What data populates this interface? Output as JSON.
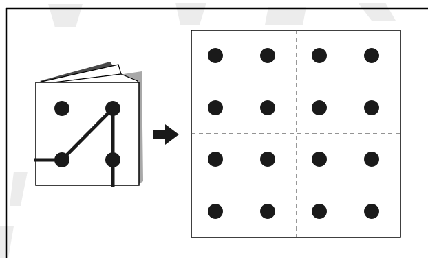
{
  "figure": {
    "frame_color": "#000000",
    "ink_color": "#1a1a1a",
    "page_shade_color": "#a8a8a8",
    "accent_shade_color": "#4a4a4a",
    "watermark_color": "#ececec",
    "arrow_icon": "right-arrow-icon",
    "folded_paper": {
      "holes": [
        {
          "row": 0,
          "col": 0
        },
        {
          "row": 0,
          "col": 1
        },
        {
          "row": 1,
          "col": 0
        },
        {
          "row": 1,
          "col": 1
        }
      ],
      "cut_segments": [
        {
          "from": "left-edge-row-1",
          "to": "hole-1-0"
        },
        {
          "from": "hole-1-0",
          "to": "hole-0-1"
        },
        {
          "from": "hole-0-1",
          "to": "bottom-edge-col-1"
        }
      ]
    },
    "unfolded_paper": {
      "rows": 4,
      "cols": 4,
      "fold_lines": [
        "vertical-center",
        "horizontal-center"
      ],
      "line_style": "dashed",
      "holes_per_row": [
        4,
        4,
        4,
        4
      ]
    }
  }
}
